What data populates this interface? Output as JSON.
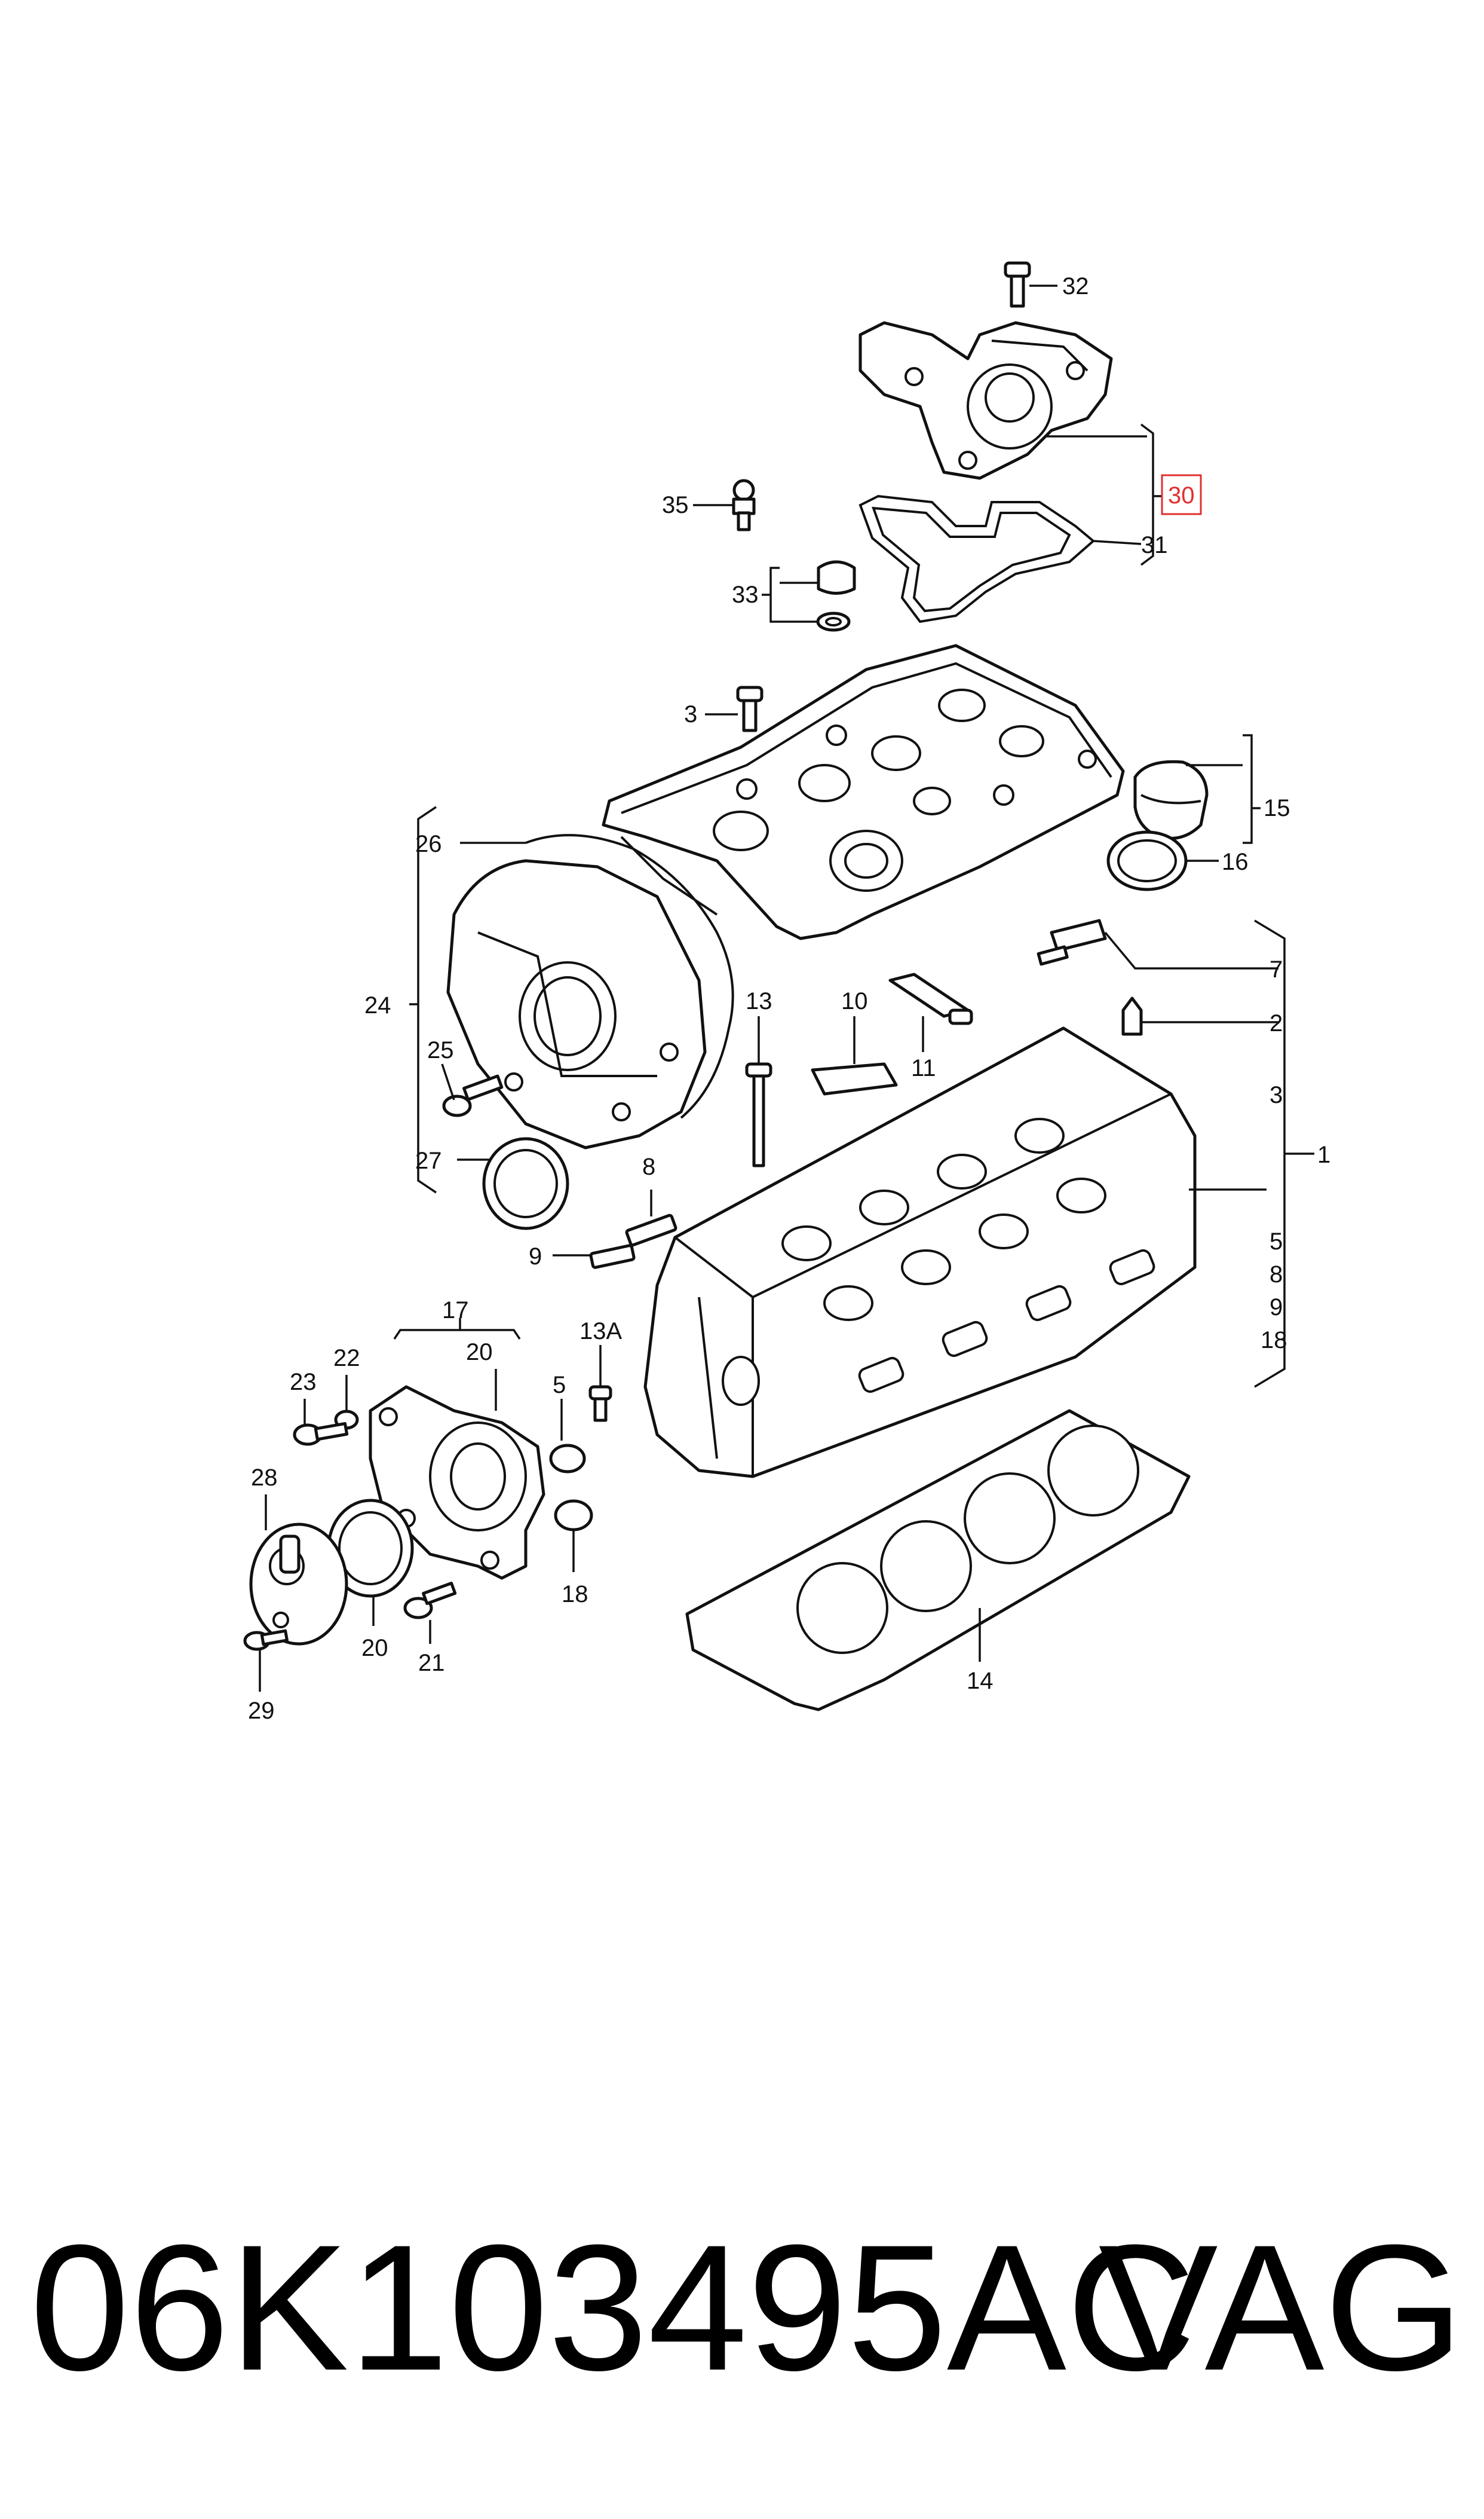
{
  "diagram": {
    "highlighted_callout": "30",
    "callouts": {
      "c1": "1",
      "c2": "2",
      "c3a": "3",
      "c3b": "3",
      "c5a": "5",
      "c5b": "5",
      "c7": "7",
      "c8a": "8",
      "c8b": "8",
      "c9a": "9",
      "c9b": "9",
      "c10": "10",
      "c11": "11",
      "c13": "13",
      "c13a": "13A",
      "c14": "14",
      "c15": "15",
      "c16": "16",
      "c17": "17",
      "c18a": "18",
      "c18b": "18",
      "c20a": "20",
      "c20b": "20",
      "c21": "21",
      "c22": "22",
      "c23": "23",
      "c24": "24",
      "c25": "25",
      "c26": "26",
      "c27": "27",
      "c28": "28",
      "c29": "29",
      "c30": "30",
      "c31": "31",
      "c32": "32",
      "c33": "33",
      "c35": "35"
    }
  },
  "footer": {
    "part_number": "06K103495AC",
    "brand": "VAG"
  },
  "colors": {
    "highlight": "#e03030",
    "line": "#111111",
    "background": "#ffffff"
  }
}
